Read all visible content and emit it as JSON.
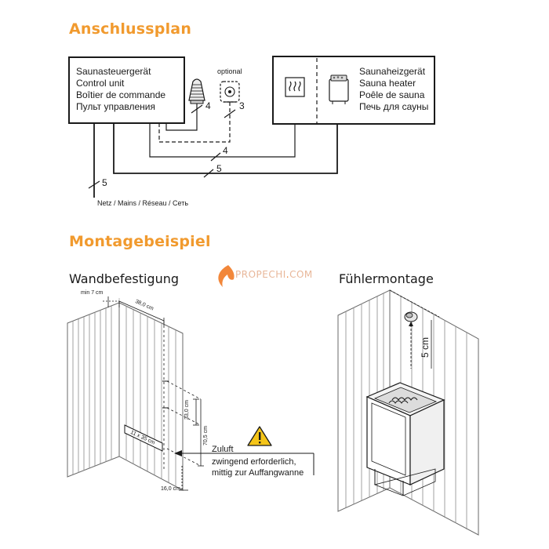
{
  "titles": {
    "connection_plan": "Anschlussplan",
    "mounting_example": "Montagebeispiel",
    "wall_mounting": "Wandbefestigung",
    "sensor_mounting": "Fühlermontage"
  },
  "control_unit": {
    "lines": [
      "Saunasteuergerät",
      "Control unit",
      "Boîtier de commande",
      "Пульт управления"
    ]
  },
  "sauna_heater": {
    "lines": [
      "Saunaheizgerät",
      "Sauna heater",
      "Poêle de sauna",
      "Печь для сауны"
    ]
  },
  "optional_label": "optional",
  "cable_numbers": {
    "sensor_main": "4",
    "sensor_optional": "3",
    "heater_signal": "4",
    "heater_power": "5",
    "mains": "5"
  },
  "mains_label": "Netz / Mains / Réseau / Сеть",
  "watermark": {
    "left": "PROPECHI",
    "dot": ".",
    "right": "COM",
    "flame_color": "#f2873a",
    "text_color": "#e8b79a"
  },
  "dimensions": {
    "min_gap": "min 7 cm",
    "width": "38,0 cm",
    "upper_height": "33,0 cm",
    "total_height": "70,5 cm",
    "vent_size": "11 x 35 cm",
    "bottom": "16,0 cm",
    "sensor_distance": "5 cm"
  },
  "air_inlet": {
    "title": "Zuluft",
    "line1": "zwingend erforderlich,",
    "line2": "mittig zur Auffangwanne"
  },
  "colors": {
    "heading": "#f19a2e",
    "warning_fill": "#f5c518"
  },
  "icons": {
    "warning": "warning-triangle-icon",
    "sensor": "sensor-icon",
    "optional_sensor": "optional-sensor-icon",
    "heater_symbol": "heat-waves-icon",
    "heater_device": "heater-device-icon"
  }
}
